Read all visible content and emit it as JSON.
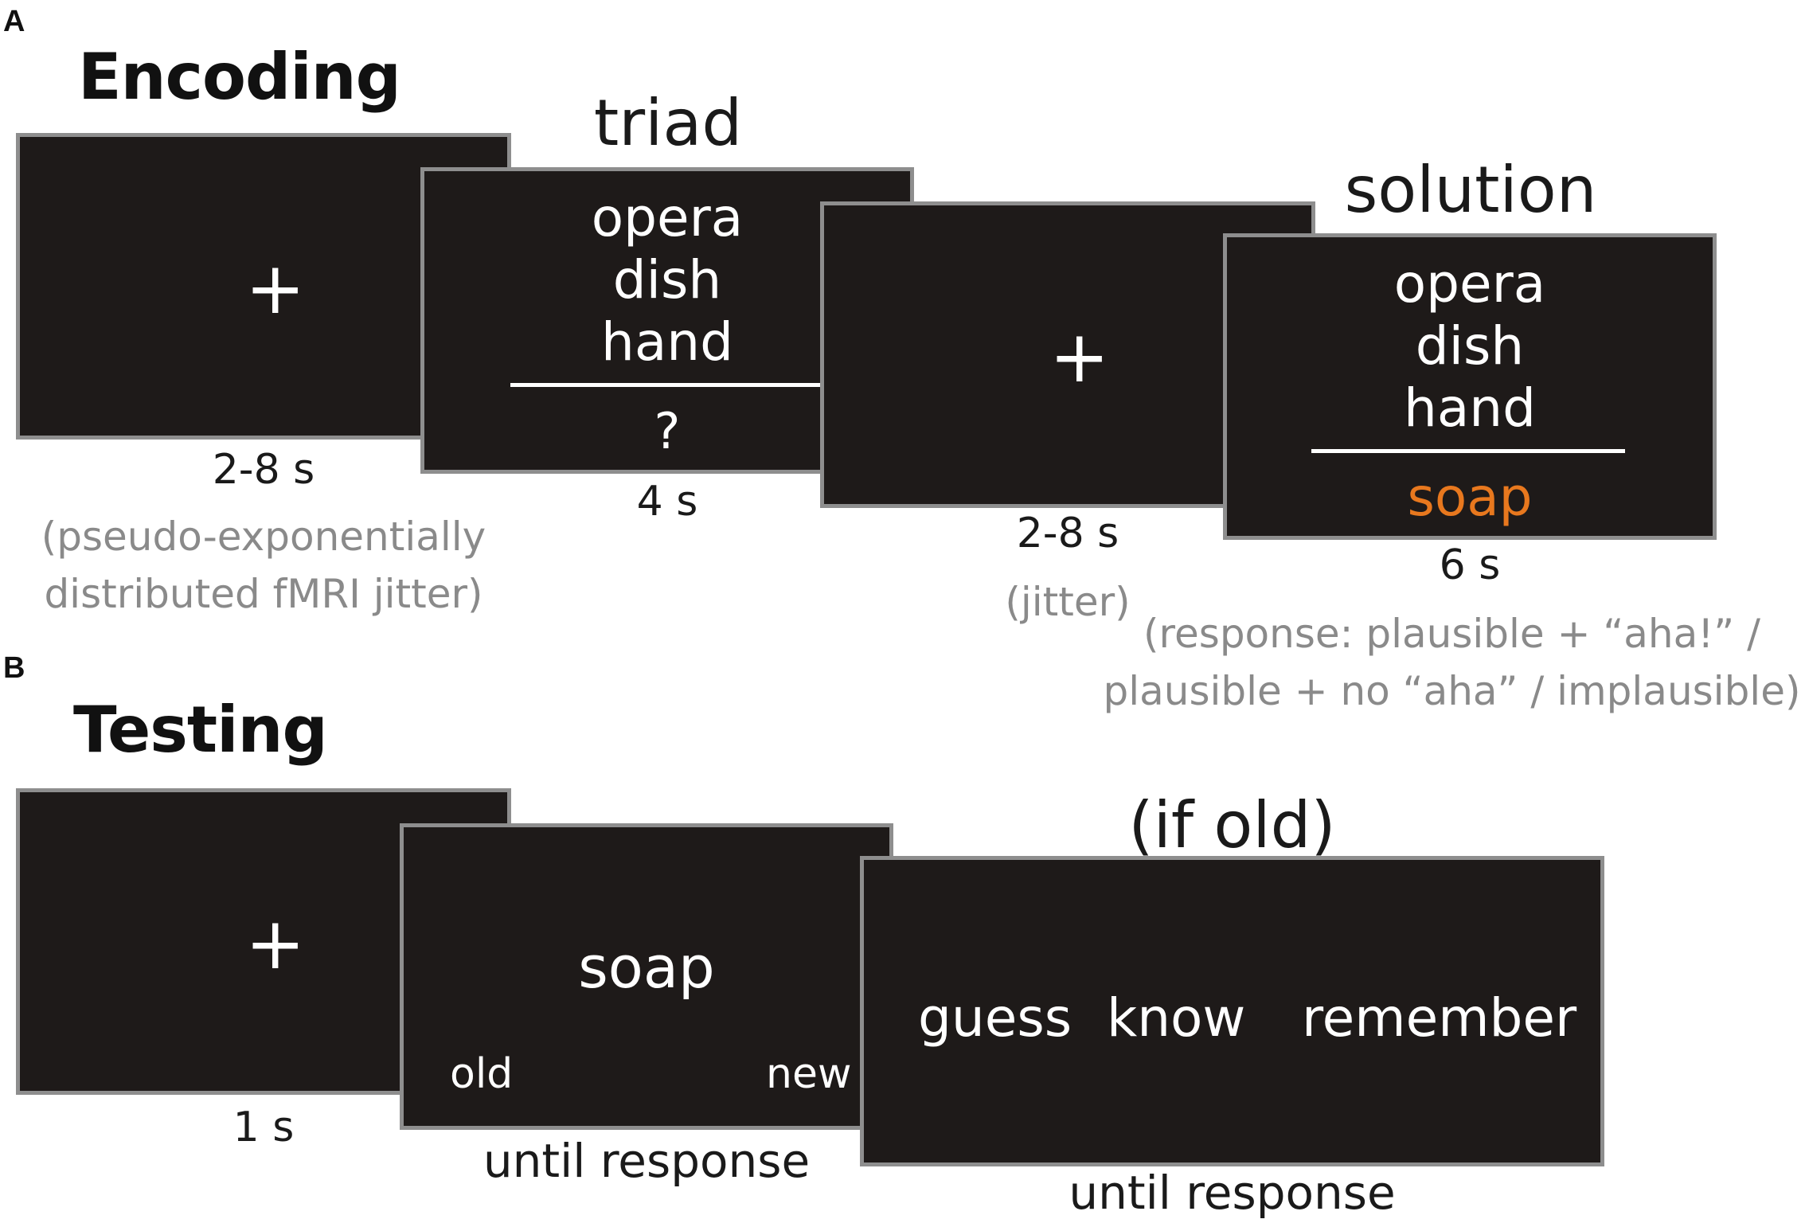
{
  "panels": {
    "a": "A",
    "b": "B"
  },
  "encoding": {
    "title": "Encoding",
    "fixation1": {
      "symbol": "+",
      "duration": "2-8 s",
      "note_line1": "(pseudo-exponentially",
      "note_line2": "distributed fMRI jitter)"
    },
    "triad": {
      "title": "triad",
      "words": [
        "opera",
        "dish",
        "hand"
      ],
      "prompt": "?",
      "duration": "4 s"
    },
    "fixation2": {
      "symbol": "+",
      "duration": "2-8 s",
      "note": "(jitter)"
    },
    "solution": {
      "title": "solution",
      "words": [
        "opera",
        "dish",
        "hand"
      ],
      "answer": "soap",
      "answer_color": "#e8781e",
      "duration": "6 s",
      "note_line1": "(response: plausible + “aha!” /",
      "note_line2": "plausible + no “aha” / implausible)"
    }
  },
  "testing": {
    "title": "Testing",
    "fixation": {
      "symbol": "+",
      "duration": "1 s"
    },
    "recognition": {
      "word": "soap",
      "option_left": "old",
      "option_right": "new",
      "duration": "until response"
    },
    "rkg": {
      "title": "(if old)",
      "options": [
        "guess",
        "know",
        "remember"
      ],
      "duration": "until response"
    }
  },
  "colors": {
    "screen_bg": "#1e1a19",
    "screen_border": "#8e8e8e",
    "note_text": "#8a8a8a"
  }
}
